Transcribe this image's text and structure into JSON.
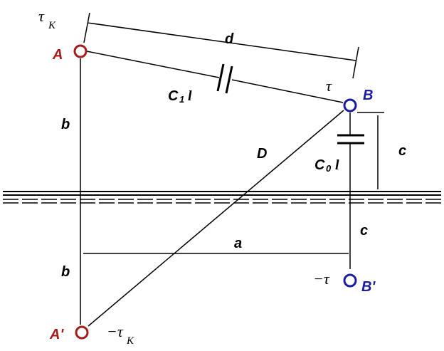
{
  "diagram": {
    "points": {
      "A": "A",
      "B": "B",
      "A_image": "A'",
      "B_image": "B'"
    },
    "charges": {
      "tau_k_main": "τ",
      "tau_k_sub": "K",
      "tau": "τ",
      "minus_tau_k_main": "−τ",
      "minus_tau_k_sub": "K",
      "minus_tau": "−τ"
    },
    "dimensions": {
      "d": "d",
      "b_upper": "b",
      "b_lower": "b",
      "c_upper": "c",
      "c_lower": "c",
      "a": "a",
      "D": "D"
    },
    "capacitors": {
      "c1_main": "C",
      "c1_sub": "1",
      "c1_l": "l",
      "c0_main": "C",
      "c0_sub": "0",
      "c0_l": "l"
    },
    "colors": {
      "red_point": "#a41c1c",
      "blue_point": "#1c1ca0",
      "line": "#000000"
    }
  }
}
